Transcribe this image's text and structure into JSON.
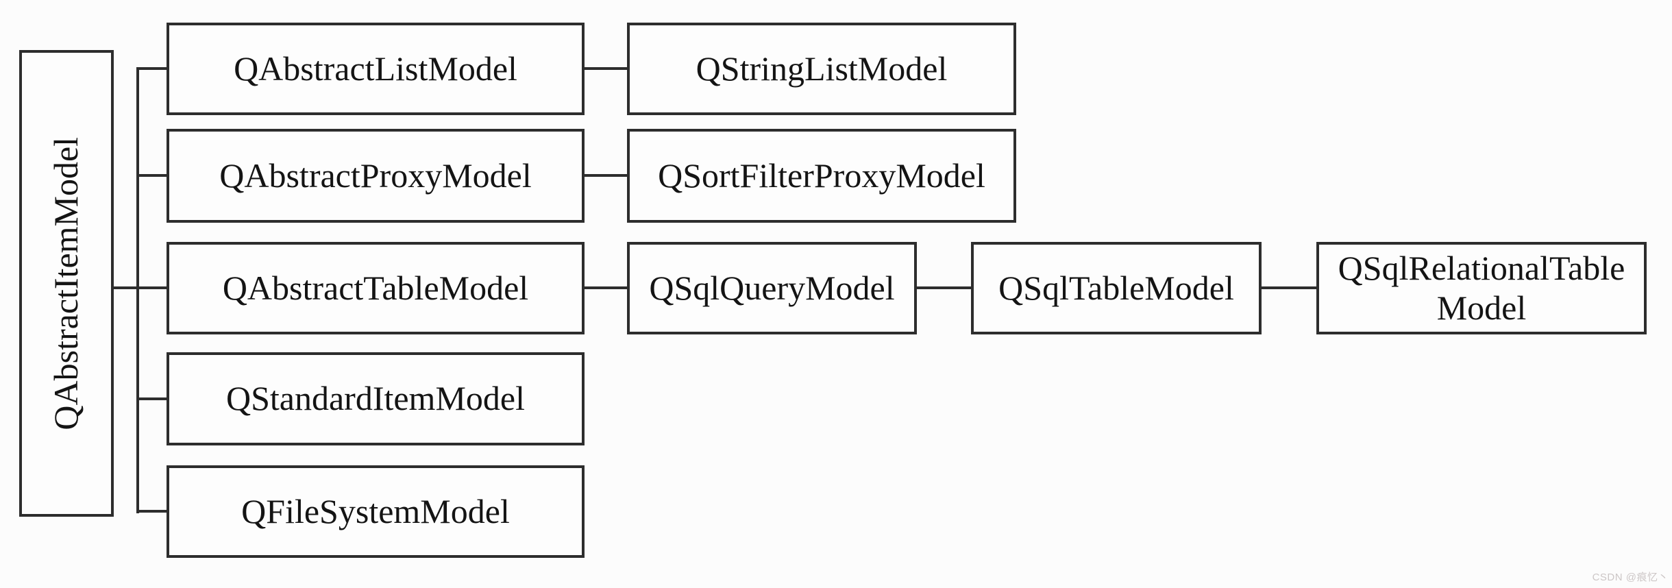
{
  "diagram": {
    "type": "class-hierarchy",
    "root": {
      "label": "QAbstractItemModel"
    },
    "rows": [
      {
        "chain": [
          {
            "label": "QAbstractListModel"
          },
          {
            "label": "QStringListModel"
          }
        ]
      },
      {
        "chain": [
          {
            "label": "QAbstractProxyModel"
          },
          {
            "label": "QSortFilterProxyModel"
          }
        ]
      },
      {
        "chain": [
          {
            "label": "QAbstractTableModel"
          },
          {
            "label": "QSqlQueryModel"
          },
          {
            "label": "QSqlTableModel"
          },
          {
            "label": "QSqlRelationalTable\nModel"
          }
        ]
      },
      {
        "chain": [
          {
            "label": "QStandardItemModel"
          }
        ]
      },
      {
        "chain": [
          {
            "label": "QFileSystemModel"
          }
        ]
      }
    ]
  },
  "colors": {
    "line": "#2d2d2d",
    "box_border": "#2d2d2d",
    "box_fill": "#fdfdfd",
    "background": "#fcfcfc",
    "text": "#141414",
    "watermark": "#ccc6c6"
  },
  "watermark": {
    "text": "CSDN @痕忆丶"
  }
}
